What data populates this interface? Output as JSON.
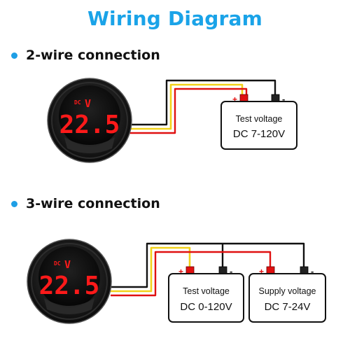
{
  "title": "Wiring Diagram",
  "sections": [
    {
      "label": "2-wire connection",
      "meter": {
        "unit_prefix": "DC",
        "unit": "V",
        "reading": "22.5"
      },
      "boxes": [
        {
          "line1": "Test voltage",
          "line2": "DC 7-120V",
          "plus": "+",
          "minus": "-"
        }
      ]
    },
    {
      "label": "3-wire connection",
      "meter": {
        "unit_prefix": "DC",
        "unit": "V",
        "reading": "22.5"
      },
      "boxes": [
        {
          "line1": "Test voltage",
          "line2": "DC 0-120V",
          "plus": "+",
          "minus": "-"
        },
        {
          "line1": "Supply voltage",
          "line2": "DC 7-24V",
          "plus": "+",
          "minus": "-"
        }
      ]
    }
  ],
  "colors": {
    "title": "#1aa3e8",
    "bullet": "#1e9fe6",
    "wire_red": "#e01010",
    "wire_yellow": "#f2d21a",
    "wire_black": "#111111",
    "display_digits": "#ff1a1a",
    "meter_body": "#1a1a1a"
  }
}
